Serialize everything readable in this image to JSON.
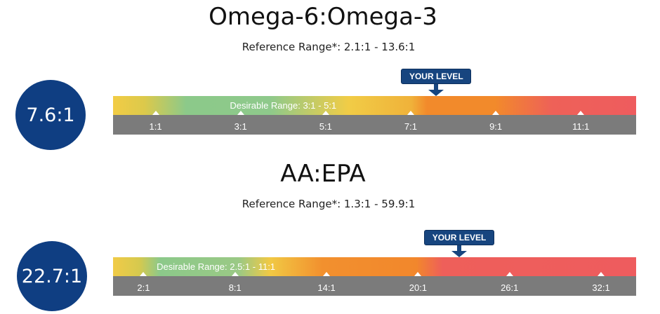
{
  "chart_data": [
    {
      "type": "gauge",
      "title": "Omega-6:Omega-3",
      "reference_range": "Reference Range*:  2.1:1 - 13.6:1",
      "value_label": "7.6:1",
      "value": 7.6,
      "marker_label": "YOUR LEVEL",
      "desirable_label": "Desirable Range: 3:1 - 5:1",
      "desirable_range": [
        3,
        5
      ],
      "scale": [
        0,
        12.3
      ],
      "tick_labels": [
        "1:1",
        "3:1",
        "5:1",
        "7:1",
        "9:1",
        "11:1"
      ],
      "tick_values": [
        1,
        3,
        5,
        7,
        9,
        11
      ],
      "gradient": [
        {
          "at": 0,
          "color": "#f2cc45"
        },
        {
          "at": 0.06,
          "color": "#dcc94b"
        },
        {
          "at": 0.14,
          "color": "#8cc98a"
        },
        {
          "at": 0.3,
          "color": "#8ec98b"
        },
        {
          "at": 0.45,
          "color": "#f1cc46"
        },
        {
          "at": 0.57,
          "color": "#f0b23a"
        },
        {
          "at": 0.6,
          "color": "#f28a2b"
        },
        {
          "at": 0.73,
          "color": "#f28a2b"
        },
        {
          "at": 0.84,
          "color": "#ee6158"
        },
        {
          "at": 1,
          "color": "#ee5c5e"
        }
      ]
    },
    {
      "type": "gauge",
      "title": "AA:EPA",
      "reference_range": "Reference Range*:  1.3:1 - 59.9:1",
      "value_label": "22.7:1",
      "value": 22.7,
      "marker_label": "YOUR LEVEL",
      "desirable_label": "Desirable Range: 2.5:1 - 11:1",
      "desirable_range": [
        2.5,
        11
      ],
      "scale": [
        0,
        34.3
      ],
      "tick_labels": [
        "2:1",
        "8:1",
        "14:1",
        "20:1",
        "26:1",
        "32:1"
      ],
      "tick_values": [
        2,
        8,
        14,
        20,
        26,
        32
      ],
      "gradient": [
        {
          "at": 0,
          "color": "#f1cb47"
        },
        {
          "at": 0.05,
          "color": "#d6c94e"
        },
        {
          "at": 0.09,
          "color": "#8cc98a"
        },
        {
          "at": 0.24,
          "color": "#9ac985"
        },
        {
          "at": 0.3,
          "color": "#f1c944"
        },
        {
          "at": 0.4,
          "color": "#f2902e"
        },
        {
          "at": 0.58,
          "color": "#f2872c"
        },
        {
          "at": 0.63,
          "color": "#ee5f5a"
        },
        {
          "at": 1,
          "color": "#ee5c5e"
        }
      ]
    }
  ]
}
